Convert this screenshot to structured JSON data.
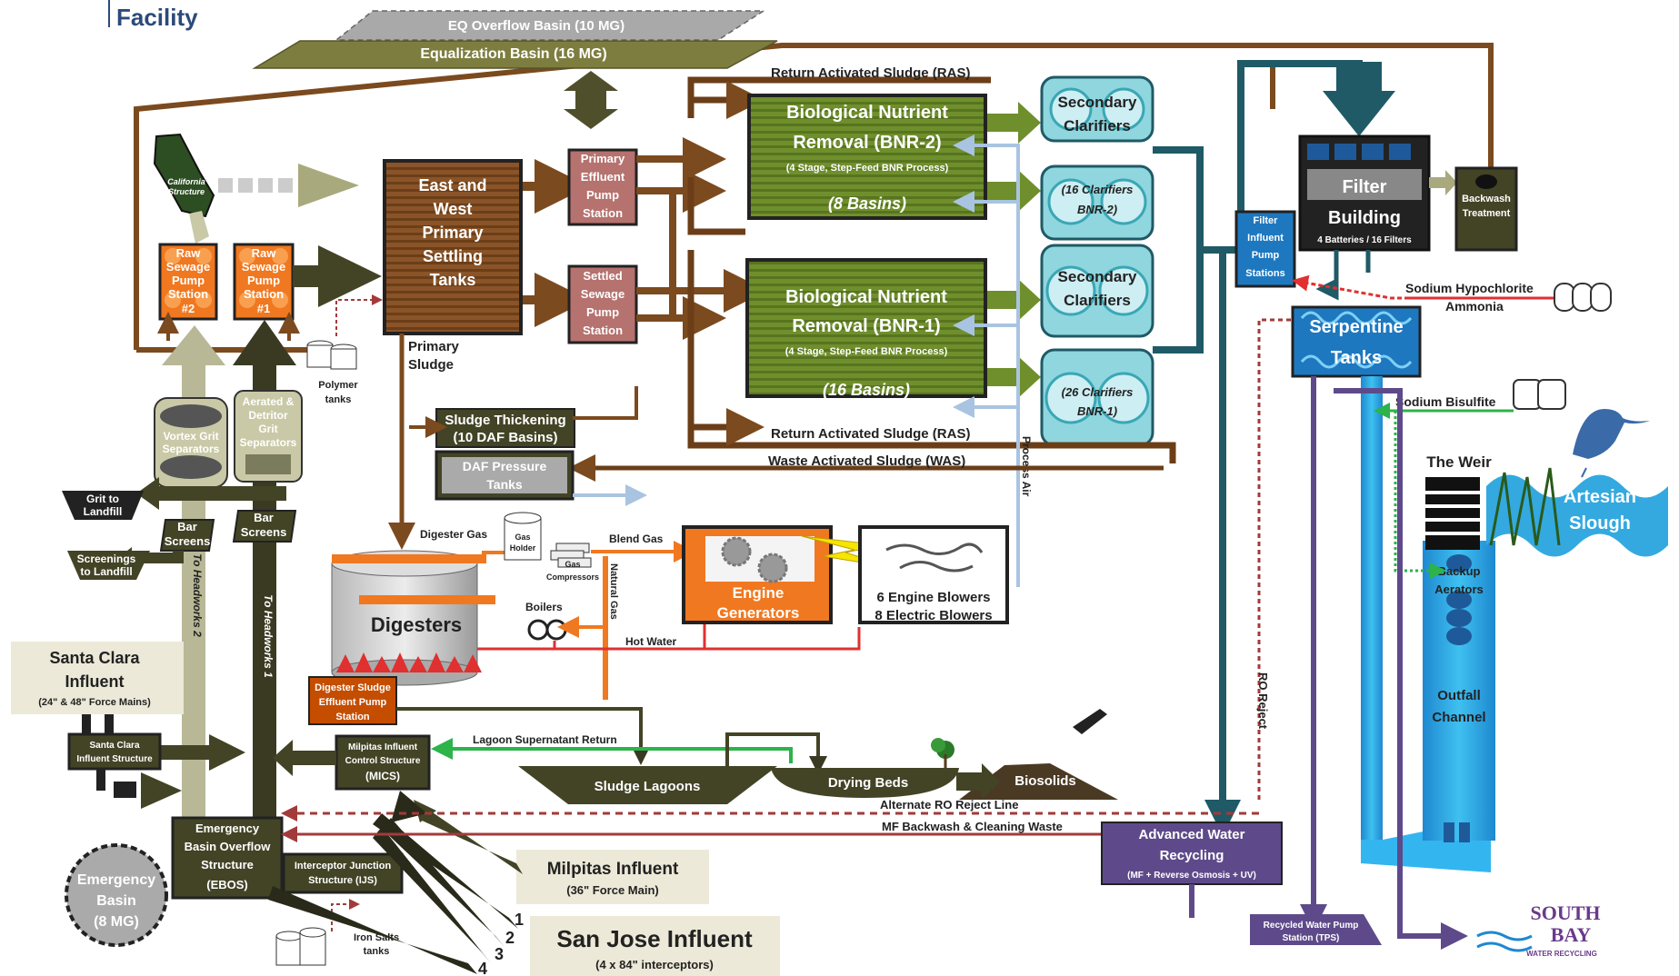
{
  "header": {
    "facility_label": "Facility"
  },
  "basins": {
    "eq_overflow": "EQ Overflow Basin (10 MG)",
    "equalization": "Equalization Basin (16 MG)",
    "emergency_l1": "Emergency",
    "emergency_l2": "Basin",
    "emergency_l3": "(8 MG)"
  },
  "primary": {
    "tanks_l1": "East and",
    "tanks_l2": "West",
    "tanks_l3": "Primary",
    "tanks_l4": "Settling",
    "tanks_l5": "Tanks",
    "sludge_l1": "Primary",
    "sludge_l2": "Sludge",
    "pes_l1": "Primary",
    "pes_l2": "Effluent",
    "pes_l3": "Pump",
    "pes_l4": "Station",
    "sss_l1": "Settled",
    "sss_l2": "Sewage",
    "sss_l3": "Pump",
    "sss_l4": "Station"
  },
  "headworks": {
    "california_structure_l1": "California",
    "california_structure_l2": "Structure",
    "rsps2_l1": "Raw",
    "rsps2_l2": "Sewage",
    "rsps2_l3": "Pump",
    "rsps2_l4": "Station",
    "rsps2_l5": "#2",
    "rsps1_l1": "Raw",
    "rsps1_l2": "Sewage",
    "rsps1_l3": "Pump",
    "rsps1_l4": "Station",
    "rsps1_l5": "#1",
    "vortex_l1": "Vortex Grit",
    "vortex_l2": "Separators",
    "aerated_l1": "Aerated &",
    "aerated_l2": "Detritor",
    "aerated_l3": "Grit",
    "aerated_l4": "Separators",
    "grit_landfill_l1": "Grit to",
    "grit_landfill_l2": "Landfill",
    "bar_screens_l1": "Bar",
    "bar_screens_l2": "Screens",
    "screenings_l1": "Screenings",
    "screenings_l2": "to Landfill",
    "to_headworks_2": "To Headworks 2",
    "to_headworks_1": "To Headworks 1",
    "polymer_l1": "Polymer",
    "polymer_l2": "tanks"
  },
  "bnr": {
    "ras_top": "Return Activated Sludge (RAS)",
    "ras_bottom": "Return Activated Sludge (RAS)",
    "was": "Waste Activated Sludge (WAS)",
    "bnr2_l1": "Biological Nutrient",
    "bnr2_l2": "Removal (BNR-2)",
    "bnr2_l3": "(4 Stage, Step-Feed BNR Process)",
    "bnr2_l4": "(8 Basins)",
    "bnr1_l1": "Biological Nutrient",
    "bnr1_l2": "Removal (BNR-1)",
    "bnr1_l3": "(4 Stage, Step-Feed BNR Process)",
    "bnr1_l4": "(16 Basins)",
    "sec_clar_l1": "Secondary",
    "sec_clar_l2": "Clarifiers",
    "clar_bnr2_l1": "(16 Clarifiers",
    "clar_bnr2_l2": "BNR-2)",
    "clar_bnr1_l1": "(26 Clarifiers",
    "clar_bnr1_l2": "BNR-1)",
    "process_air": "Process Air"
  },
  "solids": {
    "thickening_l1": "Sludge Thickening",
    "thickening_l2": "(10 DAF Basins)",
    "daf_l1": "DAF Pressure",
    "daf_l2": "Tanks",
    "digester_gas": "Digester Gas",
    "gas_holder_l1": "Gas",
    "gas_holder_l2": "Holder",
    "gas_comp_l1": "Gas",
    "gas_comp_l2": "Compressors",
    "blend_gas": "Blend Gas",
    "natural_gas": "Natural Gas",
    "digesters": "Digesters",
    "boilers": "Boilers",
    "hot_water": "Hot Water",
    "engine_l1": "Engine",
    "engine_l2": "Generators",
    "blowers_l1": "6 Engine Blowers",
    "blowers_l2": "8 Electric Blowers",
    "dsep_l1": "Digester Sludge",
    "dsep_l2": "Effluent Pump",
    "dsep_l3": "Station",
    "lagoon_return": "Lagoon Supernatant Return",
    "sludge_lagoons": "Sludge Lagoons",
    "drying_beds": "Drying Beds",
    "biosolids": "Biosolids"
  },
  "influent": {
    "santa_clara_l1": "Santa Clara",
    "santa_clara_l2": "Influent",
    "santa_clara_l3": "(24\" & 48\" Force Mains)",
    "sc_structure_l1": "Santa Clara",
    "sc_structure_l2": "Influent Structure",
    "mics_l1": "Milpitas Influent",
    "mics_l2": "Control Structure",
    "mics_l3": "(MICS)",
    "ebos_l1": "Emergency",
    "ebos_l2": "Basin Overflow",
    "ebos_l3": "Structure",
    "ebos_l4": "(EBOS)",
    "ijs_l1": "Interceptor Junction",
    "ijs_l2": "Structure (IJS)",
    "iron_l1": "Iron Salts",
    "iron_l2": "tanks",
    "milpitas_l1": "Milpitas Influent",
    "milpitas_l2": "(36\" Force Main)",
    "san_jose_l1": "San Jose Influent",
    "san_jose_l2": "(4 x 84\" interceptors)",
    "n1": "1",
    "n2": "2",
    "n3": "3",
    "n4": "4"
  },
  "tertiary": {
    "filter_l1": "Filter",
    "filter_l2": "Building",
    "filter_l3": "4 Batteries / 16 Filters",
    "backwash_l1": "Backwash",
    "backwash_l2": "Treatment",
    "fips_l1": "Filter",
    "fips_l2": "Influent",
    "fips_l3": "Pump",
    "fips_l4": "Stations",
    "hypochlorite": "Sodium Hypochlorite",
    "ammonia": "Ammonia",
    "serpentine_l1": "Serpentine",
    "serpentine_l2": "Tanks",
    "bisulfite": "Sodium Bisulfite",
    "weir": "The Weir",
    "artesian_l1": "Artesian",
    "artesian_l2": "Slough",
    "backup_l1": "Backup",
    "backup_l2": "Aerators",
    "outfall_l1": "Outfall",
    "outfall_l2": "Channel",
    "ro_reject": "RO Reject",
    "alt_ro_reject": "Alternate RO Reject Line",
    "mf_backwash": "MF Backwash & Cleaning Waste",
    "awr_l1": "Advanced Water",
    "awr_l2": "Recycling",
    "awr_l3": "(MF + Reverse Osmosis + UV)",
    "tps_l1": "Recycled Water Pump",
    "tps_l2": "Station (TPS)",
    "south_bay_l1": "SOUTH",
    "south_bay_l2": "BAY",
    "south_bay_l3": "WATER RECYCLING"
  },
  "colors": {
    "brown": "#7b4a1e",
    "dark_brown": "#4a2c10",
    "olive": "#434326",
    "bnr_green": "#6a8a2a",
    "clarifier_teal": "#39a7b5",
    "teal_dark": "#1f5a66",
    "orange": "#f07820",
    "light_blue": "#33b5f0",
    "purple": "#5e4a8a",
    "red": "#e03030",
    "green_line": "#2cb34a"
  }
}
